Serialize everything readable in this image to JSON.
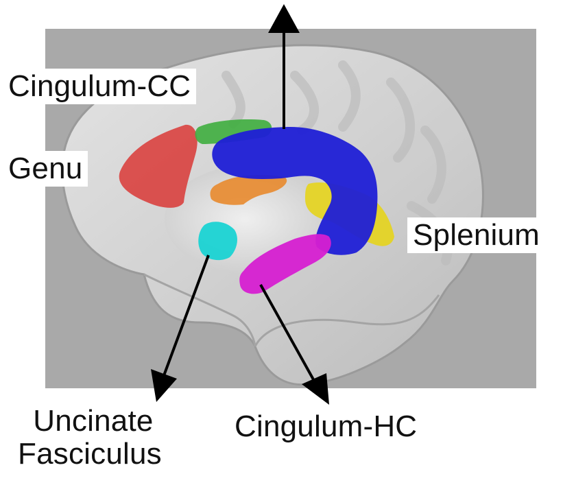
{
  "labels": {
    "cingulum_cc": "Cingulum-CC",
    "genu": "Genu",
    "splenium": "Splenium",
    "uncinate_line1": "Uncinate",
    "uncinate_line2": "Fasciculus",
    "cingulum_hc": "Cingulum-HC"
  },
  "colors": {
    "cingulum_cc_tract": "#1f1fd6",
    "genu_tract": "#d9413f",
    "splenium_tract": "#e6d41c",
    "uncinate_tract": "#1ad3d3",
    "cingulum_hc_tract": "#d61fd1",
    "green_tract": "#3fae3f",
    "orange_tract": "#e8892e",
    "brain_background": "#a9a9a9",
    "arrow": "#000000"
  }
}
